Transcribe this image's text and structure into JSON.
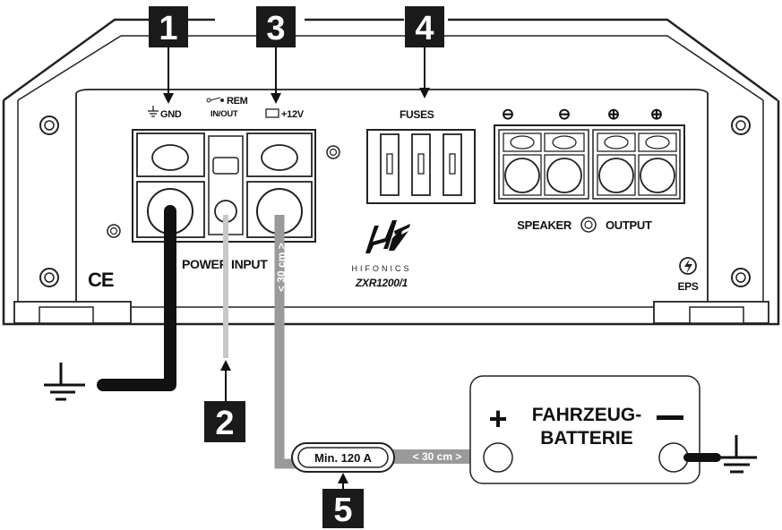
{
  "callouts": [
    "1",
    "2",
    "3",
    "4",
    "5"
  ],
  "terminals": {
    "gnd": "GND",
    "rem": "REM",
    "rem_sub": "IN/OUT",
    "plus12": "+12V",
    "power_input": "POWER INPUT",
    "fuses": "FUSES",
    "speaker": "SPEAKER",
    "output": "OUTPUT",
    "polarity": [
      "⊖",
      "⊖",
      "⊕",
      "⊕"
    ]
  },
  "brand": {
    "name": "HIFONICS",
    "model": "ZXR1200/1",
    "ce": "CE",
    "eps": "EPS"
  },
  "cable": {
    "length_vertical": "< 30 cm >",
    "length_horizontal": "< 30 cm >",
    "fuse_label": "Min. 120 A"
  },
  "battery": {
    "line1": "FAHRZEUG-",
    "line2": "BATTERIE",
    "plus": "+",
    "minus": "−"
  },
  "colors": {
    "wire_ground": "#111111",
    "wire_remote": "#c8c8c8",
    "wire_power": "#9a9a9a",
    "callout_bg": "#1a1a1a"
  }
}
